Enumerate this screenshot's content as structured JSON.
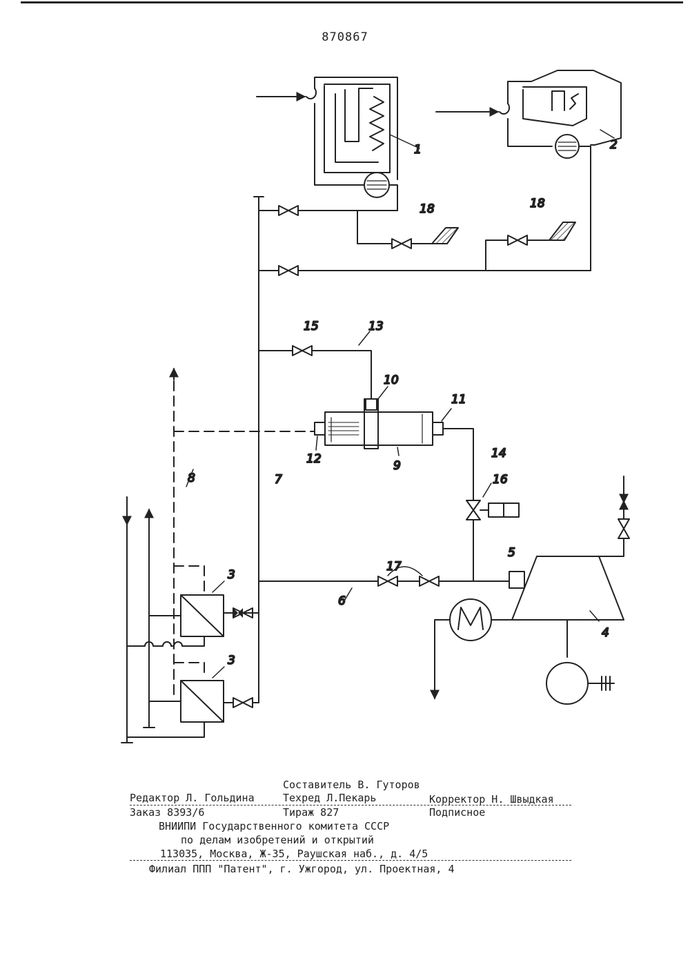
{
  "document": {
    "patent_number": "870867",
    "labels": {
      "l1": "1",
      "l2": "2",
      "l3a": "3",
      "l3b": "3",
      "l4": "4",
      "l5": "5",
      "l6": "6",
      "l7": "7",
      "l8": "8",
      "l9": "9",
      "l10": "10",
      "l11": "11",
      "l12": "12",
      "l13": "13",
      "l14": "14",
      "l15": "15",
      "l16": "16",
      "l17": "17",
      "l18a": "18",
      "l18b": "18"
    },
    "imprint": {
      "compiler": "Составитель В. Гуторов",
      "editor": "Редактор Л. Гольдина",
      "techred": "Техред Л.Пекарь",
      "corrector": "Корректор Н. Швыдкая",
      "order": "Заказ 8393/6",
      "print_run": "Тираж 827",
      "subscription": "Подписное",
      "org_line1": "ВНИИПИ Государственного комитета СССР",
      "org_line2": "по делам изобретений и открытий",
      "org_address": "113035, Москва, Ж-35, Раушская наб., д. 4/5",
      "branch": "Филиал ППП \"Патент\", г. Ужгород, ул. Проектная, 4"
    }
  }
}
